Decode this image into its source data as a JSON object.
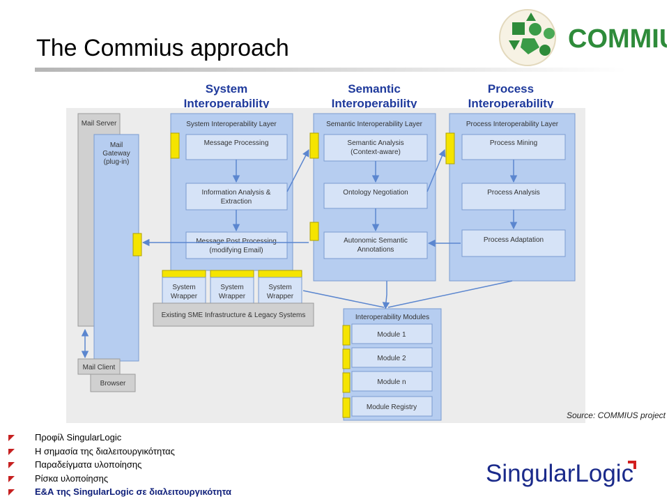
{
  "slide": {
    "title": "The Commius approach",
    "source": "Source: COMMIUS project"
  },
  "logos": {
    "commius": "COMMIUS",
    "singularlogic": "SingularLogic"
  },
  "columns": [
    {
      "line1": "System",
      "line2": "Interoperability"
    },
    {
      "line1": "Semantic",
      "line2": "Interoperability"
    },
    {
      "line1": "Process",
      "line2": "Interoperability"
    }
  ],
  "diagram": {
    "mail_server": "Mail Server",
    "mail_gateway": [
      "Mail",
      "Gateway",
      "(plug-in)"
    ],
    "mail_client": "Mail Client",
    "browser": "Browser",
    "system_layer": "System Interoperability Layer",
    "semantic_layer": "Semantic Interoperability Layer",
    "process_layer": "Process Interoperability Layer",
    "message_processing": "Message Processing",
    "information_analysis": [
      "Information Analysis &",
      "Extraction"
    ],
    "message_post_processing": [
      "Message Post Processing",
      "(modifying Email)"
    ],
    "semantic_analysis": [
      "Semantic Analysis",
      "(Context-aware)"
    ],
    "ontology_negotiation": "Ontology Negotiation",
    "autonomic_semantic": [
      "Autonomic Semantic",
      "Annotations"
    ],
    "process_mining": "Process Mining",
    "process_analysis": "Process Analysis",
    "process_adaptation": "Process Adaptation",
    "wrappers": [
      [
        "System",
        "Wrapper"
      ],
      [
        "System",
        "Wrapper"
      ],
      [
        "System",
        "Wrapper"
      ]
    ],
    "existing_infra": "Existing SME Infrastructure & Legacy Systems",
    "modules_title": "Interoperability Modules",
    "modules": [
      "Module 1",
      "Module 2",
      "Module n",
      "Module Registry"
    ]
  },
  "nav": [
    "Προφίλ SingularLogic",
    "Η σημασία της διαλειτουργικότητας",
    "Παραδείγματα υλοποίησης",
    "Ρίσκα υλοποίησης",
    "Ε&Α της SingularLogic σε διαλειτουργικότητα"
  ],
  "colors": {
    "column_head": "#1f3a9c",
    "panel": "#b6cdf0",
    "box": "#d6e3f7",
    "connector": "#f5e400",
    "arrow": "#5b86cf",
    "bullet": "#c62020"
  }
}
